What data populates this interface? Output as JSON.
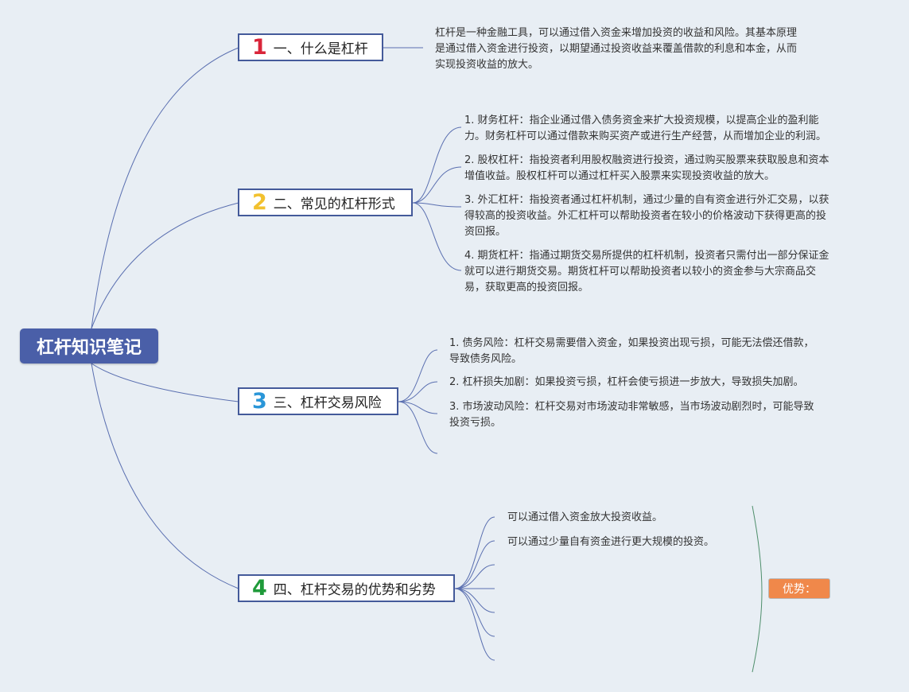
{
  "root": {
    "label": "杠杆知识笔记"
  },
  "topics": [
    {
      "number": "1",
      "title": "一、什么是杠杆",
      "color": "#d9253a"
    },
    {
      "number": "2",
      "title": "二、常见的杠杆形式",
      "color": "#f2c12e"
    },
    {
      "number": "3",
      "title": "三、杠杆交易风险",
      "color": "#2a96d8"
    },
    {
      "number": "4",
      "title": "四、杠杆交易的优势和劣势",
      "color": "#1f9a3a"
    }
  ],
  "definition": {
    "lines": [
      "杠杆是一种金融工具，可以通过借入资金来增加投资的收益和风险。其基本原理",
      "是通过借入资金进行投资，以期望通过投资收益来覆盖借款的利息和本金，从而",
      "实现投资收益的放大。"
    ]
  },
  "forms": [
    {
      "lines": [
        "1. 财务杠杆：指企业通过借入债务资金来扩大投资规模，以提高企业的盈利能",
        "力。财务杠杆可以通过借款来购买资产或进行生产经营，从而增加企业的利润。"
      ]
    },
    {
      "lines": [
        "2. 股权杠杆：指投资者利用股权融资进行投资，通过购买股票来获取股息和资本",
        "增值收益。股权杠杆可以通过杠杆买入股票来实现投资收益的放大。"
      ]
    },
    {
      "lines": [
        "3. 外汇杠杆：指投资者通过杠杆机制，通过少量的自有资金进行外汇交易，以获",
        "得较高的投资收益。外汇杠杆可以帮助投资者在较小的价格波动下获得更高的投",
        "资回报。"
      ]
    },
    {
      "lines": [
        "4. 期货杠杆：指通过期货交易所提供的杠杆机制，投资者只需付出一部分保证金",
        "就可以进行期货交易。期货杠杆可以帮助投资者以较小的资金参与大宗商品交",
        "易，获取更高的投资回报。"
      ]
    }
  ],
  "risks": [
    {
      "lines": [
        "1. 债务风险：杠杆交易需要借入资金，如果投资出现亏损，可能无法偿还借款，",
        "导致债务风险。"
      ]
    },
    {
      "lines": [
        "2. 杠杆损失加剧：如果投资亏损，杠杆会使亏损进一步放大，导致损失加剧。"
      ]
    },
    {
      "lines": [
        "3. 市场波动风险：杠杆交易对市场波动非常敏感，当市场波动剧烈时，可能导致",
        "投资亏损。"
      ]
    }
  ],
  "advantages": {
    "items": [
      "可以通过借入资金放大投资收益。",
      "可以通过少量自有资金进行更大规模的投资。"
    ],
    "summary_label": "优势："
  },
  "colors": {
    "root_bg": "#4a5fa8",
    "topic_border": "#445a9a",
    "connector": "#5a6fb0",
    "summary_bracket": "#4f8f6c",
    "advantage_tag": "#f0884a",
    "background": "#e8eef4"
  }
}
